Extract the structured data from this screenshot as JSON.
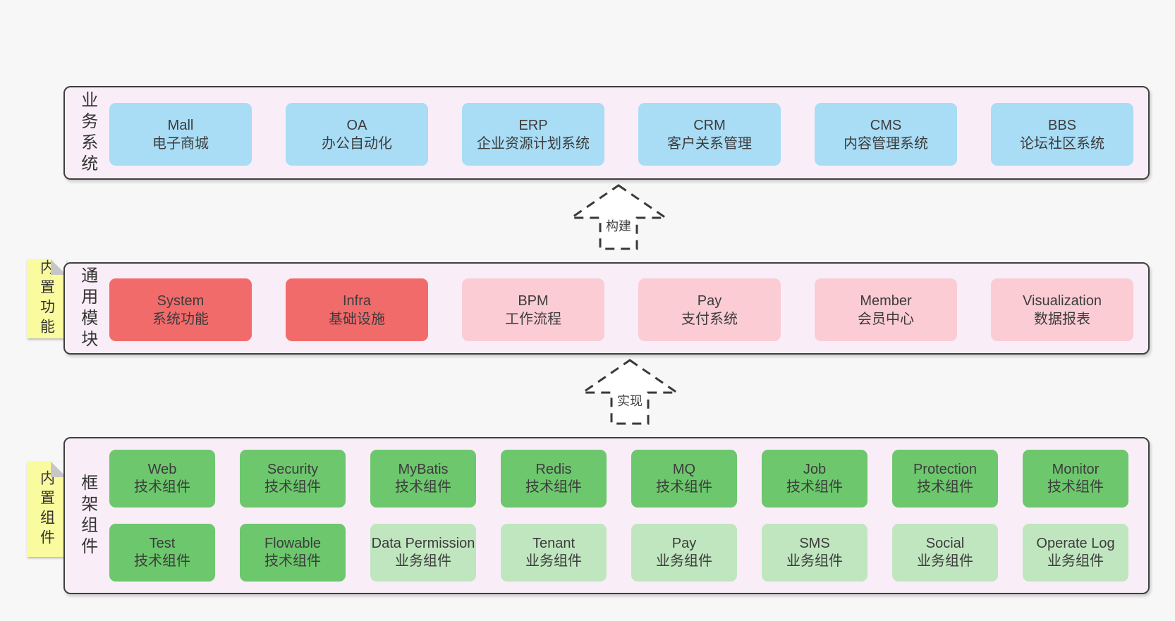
{
  "colors": {
    "page_bg": "#f7f7f7",
    "layer_bg": "#f9eef7",
    "layer_border": "#3f3f3f",
    "business_box": "#a9dcf5",
    "core_module_box": "#f26b6b",
    "optional_module_box": "#fbccd4",
    "tech_component_box": "#6dc76d",
    "biz_component_box": "#c0e6bf",
    "sticky_note": "#fafa9e",
    "sticky_fold": "#c6c6c6"
  },
  "arrows": [
    {
      "label": "构建"
    },
    {
      "label": "实现"
    }
  ],
  "layers": [
    {
      "label": "业务系统",
      "boxes": [
        {
          "title": "Mall",
          "subtitle": "电子商城"
        },
        {
          "title": "OA",
          "subtitle": "办公自动化"
        },
        {
          "title": "ERP",
          "subtitle": "企业资源计划系统"
        },
        {
          "title": "CRM",
          "subtitle": "客户关系管理"
        },
        {
          "title": "CMS",
          "subtitle": "内容管理系统"
        },
        {
          "title": "BBS",
          "subtitle": "论坛社区系统"
        }
      ]
    },
    {
      "label": "通用模块",
      "sticky": "内置功能",
      "boxes": [
        {
          "title": "System",
          "subtitle": "系统功能"
        },
        {
          "title": "Infra",
          "subtitle": "基础设施"
        },
        {
          "title": "BPM",
          "subtitle": "工作流程"
        },
        {
          "title": "Pay",
          "subtitle": "支付系统"
        },
        {
          "title": "Member",
          "subtitle": "会员中心"
        },
        {
          "title": "Visualization",
          "subtitle": "数据报表"
        }
      ]
    },
    {
      "label": "框架组件",
      "sticky": "内置组件",
      "rows": [
        [
          {
            "title": "Web",
            "subtitle": "技术组件"
          },
          {
            "title": "Security",
            "subtitle": "技术组件"
          },
          {
            "title": "MyBatis",
            "subtitle": "技术组件"
          },
          {
            "title": "Redis",
            "subtitle": "技术组件"
          },
          {
            "title": "MQ",
            "subtitle": "技术组件"
          },
          {
            "title": "Job",
            "subtitle": "技术组件"
          },
          {
            "title": "Protection",
            "subtitle": "技术组件"
          },
          {
            "title": "Monitor",
            "subtitle": "技术组件"
          }
        ],
        [
          {
            "title": "Test",
            "subtitle": "技术组件"
          },
          {
            "title": "Flowable",
            "subtitle": "技术组件"
          },
          {
            "title": "Data Permission",
            "subtitle": "业务组件"
          },
          {
            "title": "Tenant",
            "subtitle": "业务组件"
          },
          {
            "title": "Pay",
            "subtitle": "业务组件"
          },
          {
            "title": "SMS",
            "subtitle": "业务组件"
          },
          {
            "title": "Social",
            "subtitle": "业务组件"
          },
          {
            "title": "Operate Log",
            "subtitle": "业务组件"
          }
        ]
      ]
    }
  ]
}
